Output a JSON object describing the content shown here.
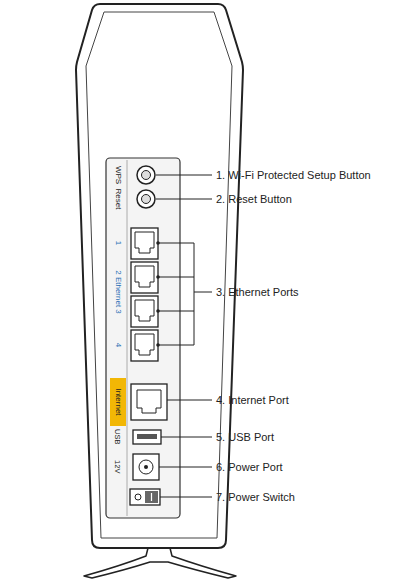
{
  "diagram": {
    "labels": [
      "WPS",
      "Reset",
      "1",
      "2 Ethernet 3",
      "4",
      "Internet",
      "USB",
      "12V",
      "1. Wi-Fi Protected Setup Button",
      "2. Reset Button",
      "3. Ethernet Ports",
      "4. Internet Port",
      "5. USB Port",
      "6. Power Port",
      "7. Power Switch"
    ]
  }
}
